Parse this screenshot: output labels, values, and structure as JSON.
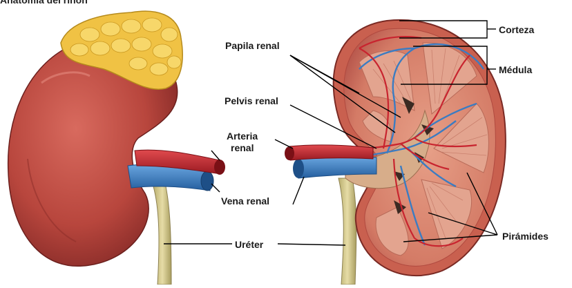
{
  "diagram": {
    "title_partial": "Anatomía del riñón",
    "labels": {
      "corteza": "Corteza",
      "medula": "Médula",
      "papila_renal": "Papila renal",
      "pelvis_renal": "Pelvis renal",
      "arteria_renal_line1": "Arteria",
      "arteria_renal_line2": "renal",
      "vena_renal": "Vena renal",
      "ureter": "Uréter",
      "piramides": "Pirámides"
    },
    "colors": {
      "kidney_outer": "#c2554a",
      "kidney_dark": "#8e2f2c",
      "cortex": "#d98a78",
      "pyramid": "#e2a491",
      "artery": "#c8242f",
      "vein": "#3b7cc2",
      "ureter": "#d8cf96",
      "adrenal": "#f2c443",
      "line": "#000000"
    }
  }
}
